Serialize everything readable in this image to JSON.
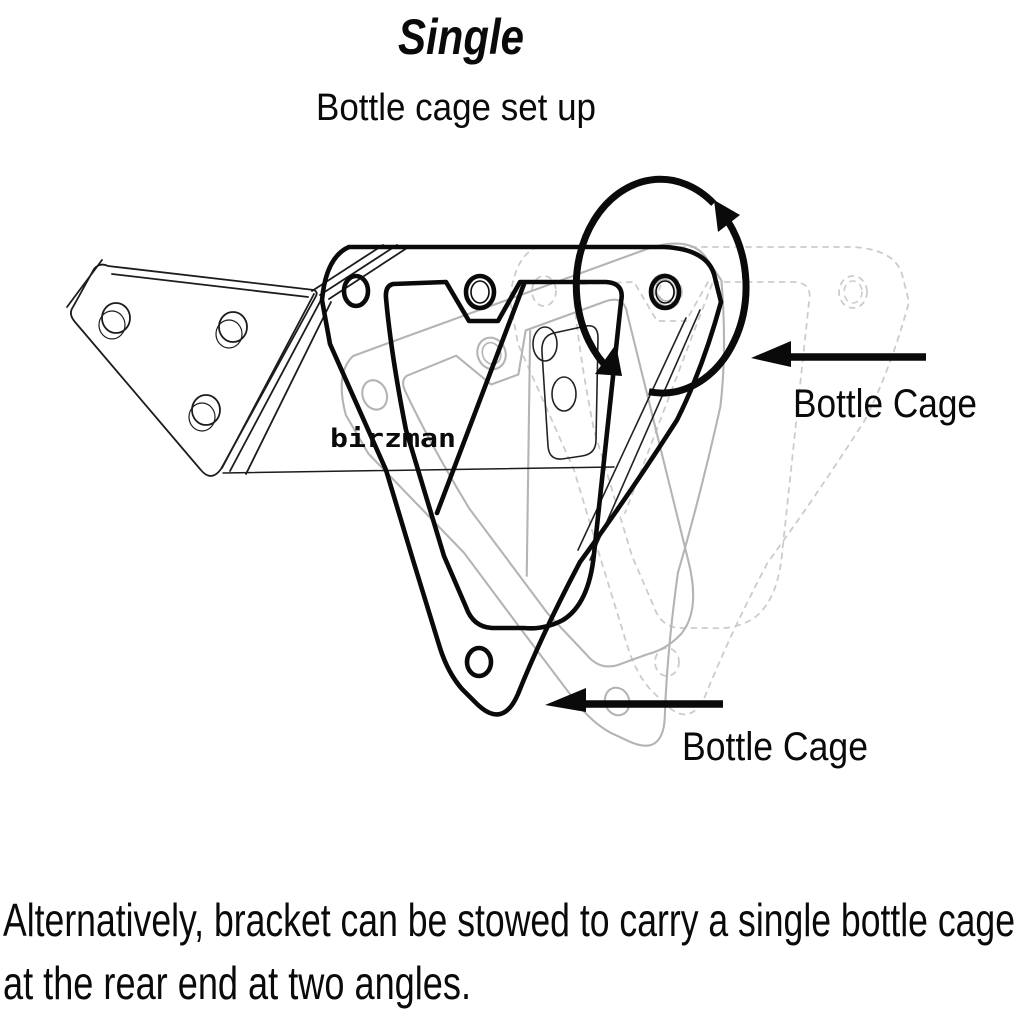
{
  "title": "Single",
  "subtitle": "Bottle cage set up",
  "diagram": {
    "logo": "birzman",
    "labels": {
      "top": "Bottle Cage",
      "bottom": "Bottle Cage"
    },
    "colors": {
      "ink": "#0a0a0a",
      "plate_line": "#1c1c1c",
      "detail_line": "#222222",
      "ghost_solid": "#b4b4b4",
      "ghost_dashed": "#cccccc",
      "background": "#ffffff"
    }
  },
  "caption": {
    "line1": "Alternatively, bracket can be stowed to carry a single bottle cage",
    "line2": "at the rear end at two angles."
  }
}
